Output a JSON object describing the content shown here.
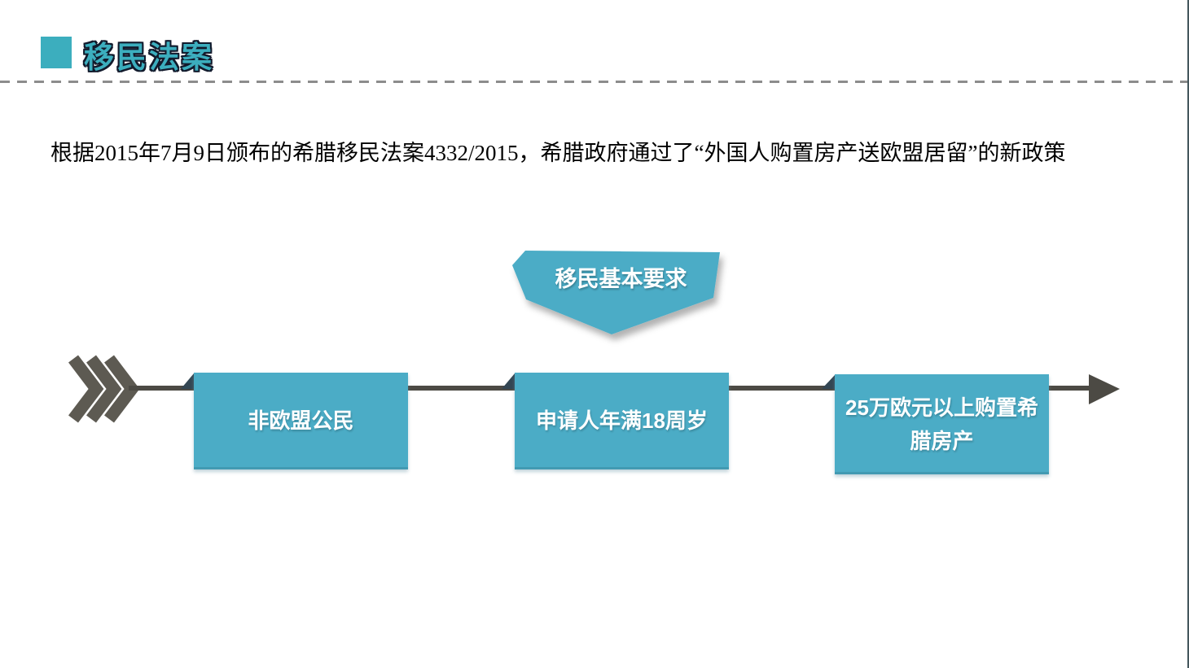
{
  "slide": {
    "header": {
      "title": "移民法案"
    },
    "intro": "根据2015年7月9日颁布的希腊移民法案4332/2015，希腊政府通过了“外国人购置房产送欧盟居留”的新政策",
    "callout": {
      "label": "移民基本要求"
    },
    "steps": [
      {
        "label": "非欧盟公民"
      },
      {
        "label": "申请人年满18周岁"
      },
      {
        "label": "25万欧元以上购置希腊房产"
      }
    ],
    "colors": {
      "accent_teal": "#3CAEBE",
      "box_teal": "#4BACC6",
      "title_outline": "#121A2C",
      "arrow_gray": "#4C4A44",
      "chevron_gray": "#5D5A52",
      "fold_dark": "#334653",
      "dash_gray": "#8C8C8C",
      "edge_dark": "#44565C",
      "body_text": "#000000",
      "box_text": "#FFFFFF"
    }
  }
}
